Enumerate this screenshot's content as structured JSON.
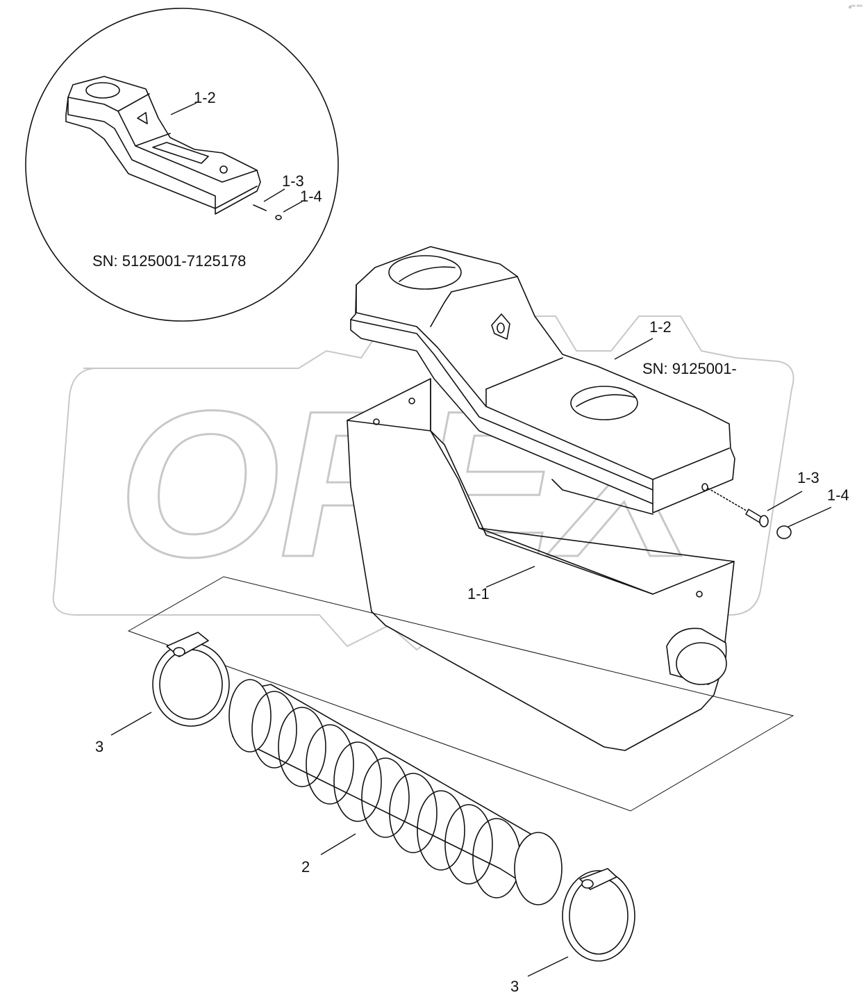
{
  "corner_mark": "a⁰⁰ ⁰⁰⁰",
  "watermark": {
    "text": "OPEX"
  },
  "inset": {
    "serial_range": "SN: 5125001-7125178"
  },
  "main_view": {
    "serial_range": "SN: 9125001-"
  },
  "callouts": {
    "inset_cover": "1-2",
    "inset_screw": "1-3",
    "inset_washer": "1-4",
    "cover": "1-2",
    "screw": "1-3",
    "washer": "1-4",
    "housing": "1-1",
    "hose": "2",
    "clamp_left": "3",
    "clamp_bottom": "3"
  }
}
